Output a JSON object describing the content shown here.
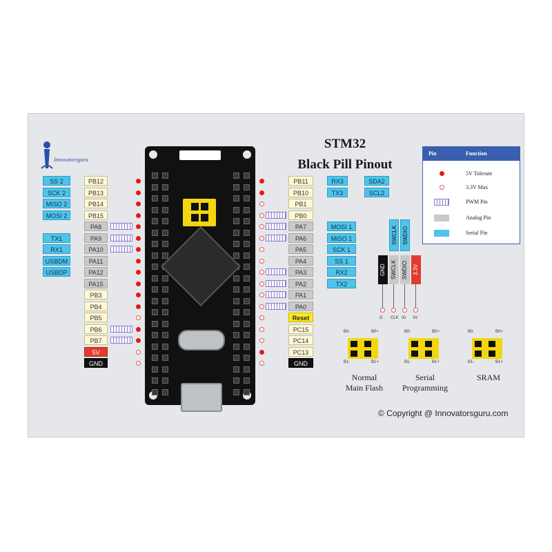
{
  "title": {
    "line1": "STM32",
    "line2": "Black Pill Pinout"
  },
  "logo": {
    "text": "Innovatorsguru"
  },
  "legend": {
    "header_pin": "Pin",
    "header_function": "Function",
    "items": [
      {
        "label": "5V Tolerant"
      },
      {
        "label": "3.3V Max"
      },
      {
        "label": "PWM Pin"
      },
      {
        "label": "Analog Pin"
      },
      {
        "label": "Serial Pin"
      }
    ]
  },
  "left_pins": [
    {
      "pin": "PB12",
      "style": "normal",
      "dot": "red",
      "fn": "SS 2",
      "pwm": false
    },
    {
      "pin": "PB13",
      "style": "normal",
      "dot": "red",
      "fn": "SCK 2",
      "pwm": false
    },
    {
      "pin": "PB14",
      "style": "normal",
      "dot": "red",
      "fn": "MISO 2",
      "pwm": false
    },
    {
      "pin": "PB15",
      "style": "normal",
      "dot": "red",
      "fn": "MOSI 2",
      "pwm": false
    },
    {
      "pin": "PA8",
      "style": "analog",
      "dot": "red",
      "fn": "",
      "pwm": true
    },
    {
      "pin": "PA9",
      "style": "analog",
      "dot": "red",
      "fn": "TX1",
      "pwm": true
    },
    {
      "pin": "PA10",
      "style": "analog",
      "dot": "red",
      "fn": "RX1",
      "pwm": true
    },
    {
      "pin": "PA11",
      "style": "analog",
      "dot": "red",
      "fn": "USBDM",
      "pwm": false
    },
    {
      "pin": "PA12",
      "style": "analog",
      "dot": "red",
      "fn": "USBDP",
      "pwm": false
    },
    {
      "pin": "PA15",
      "style": "analog",
      "dot": "red",
      "fn": "",
      "pwm": false
    },
    {
      "pin": "PB3",
      "style": "normal",
      "dot": "red",
      "fn": "",
      "pwm": false
    },
    {
      "pin": "PB4",
      "style": "normal",
      "dot": "red",
      "fn": "",
      "pwm": false
    },
    {
      "pin": "PB5",
      "style": "normal",
      "dot": "hollow",
      "fn": "",
      "pwm": false
    },
    {
      "pin": "PB6",
      "style": "normal",
      "dot": "red",
      "fn": "",
      "pwm": true
    },
    {
      "pin": "PB7",
      "style": "normal",
      "dot": "red",
      "fn": "",
      "pwm": true
    },
    {
      "pin": "5V",
      "style": "red",
      "dot": "hollow",
      "fn": "",
      "pwm": false
    },
    {
      "pin": "GND",
      "style": "black",
      "dot": "hollow",
      "fn": "",
      "pwm": false
    }
  ],
  "right_pins": [
    {
      "pin": "PB11",
      "style": "normal",
      "dot": "red",
      "fn1": "RX3",
      "fn2": "SDA2",
      "fn": "",
      "pwm": false
    },
    {
      "pin": "PB10",
      "style": "normal",
      "dot": "red",
      "fn1": "TX3",
      "fn2": "SCL2",
      "fn": "",
      "pwm": false
    },
    {
      "pin": "PB1",
      "style": "normal",
      "dot": "hollow",
      "fn": "",
      "pwm": false
    },
    {
      "pin": "PB0",
      "style": "normal",
      "dot": "hollow",
      "fn": "",
      "pwm": true
    },
    {
      "pin": "PA7",
      "style": "analog",
      "dot": "hollow",
      "fn": "MOSI 1",
      "pwm": true
    },
    {
      "pin": "PA6",
      "style": "analog",
      "dot": "hollow",
      "fn": "MISO 1",
      "pwm": true
    },
    {
      "pin": "PA5",
      "style": "analog",
      "dot": "hollow",
      "fn": "SCK 1",
      "pwm": false
    },
    {
      "pin": "PA4",
      "style": "analog",
      "dot": "hollow",
      "fn": "SS 1",
      "pwm": false
    },
    {
      "pin": "PA3",
      "style": "analog",
      "dot": "hollow",
      "fn": "RX2",
      "pwm": true
    },
    {
      "pin": "PA2",
      "style": "analog",
      "dot": "hollow",
      "fn": "TX2",
      "pwm": true
    },
    {
      "pin": "PA1",
      "style": "analog",
      "dot": "hollow",
      "fn": "",
      "pwm": true
    },
    {
      "pin": "PA0",
      "style": "analog",
      "dot": "hollow",
      "fn": "",
      "pwm": true
    },
    {
      "pin": "Reset",
      "style": "reset",
      "dot": "hollow",
      "fn": "",
      "pwm": false
    },
    {
      "pin": "PC15",
      "style": "normal",
      "dot": "hollow",
      "fn": "",
      "pwm": false
    },
    {
      "pin": "PC14",
      "style": "normal",
      "dot": "hollow",
      "fn": "",
      "pwm": false
    },
    {
      "pin": "PC13",
      "style": "normal",
      "dot": "red",
      "fn": "",
      "pwm": false
    },
    {
      "pin": "GND",
      "style": "black",
      "dot": "hollow",
      "fn": "",
      "pwm": false
    }
  ],
  "swd": {
    "pins": [
      "GND",
      "SWCLK",
      "SWDIO",
      "3.3V"
    ],
    "fn": [
      "",
      "",
      "",
      ""
    ],
    "top_labels": [
      "SWCLK",
      "SWDIO"
    ],
    "bottom": [
      "G",
      "CLK",
      "IO",
      "3V"
    ]
  },
  "boot": {
    "modes": [
      {
        "caption": "Normal\nMain Flash"
      },
      {
        "caption": "Serial\nProgramming"
      },
      {
        "caption": "SRAM"
      }
    ],
    "labels": {
      "b0m": "B0-",
      "b0p": "B0+",
      "b1m": "B1-",
      "b1p": "B1+"
    }
  },
  "copyright": "© Copyright @ Innovatorsguru.com",
  "colors": {
    "serial": "#4fc3ea",
    "analog": "#c9c9c9",
    "pin": "#fff8d8",
    "tolerant": "#e51919",
    "pwm": "#8c7ad1",
    "legend_head": "#3a5fb0"
  }
}
